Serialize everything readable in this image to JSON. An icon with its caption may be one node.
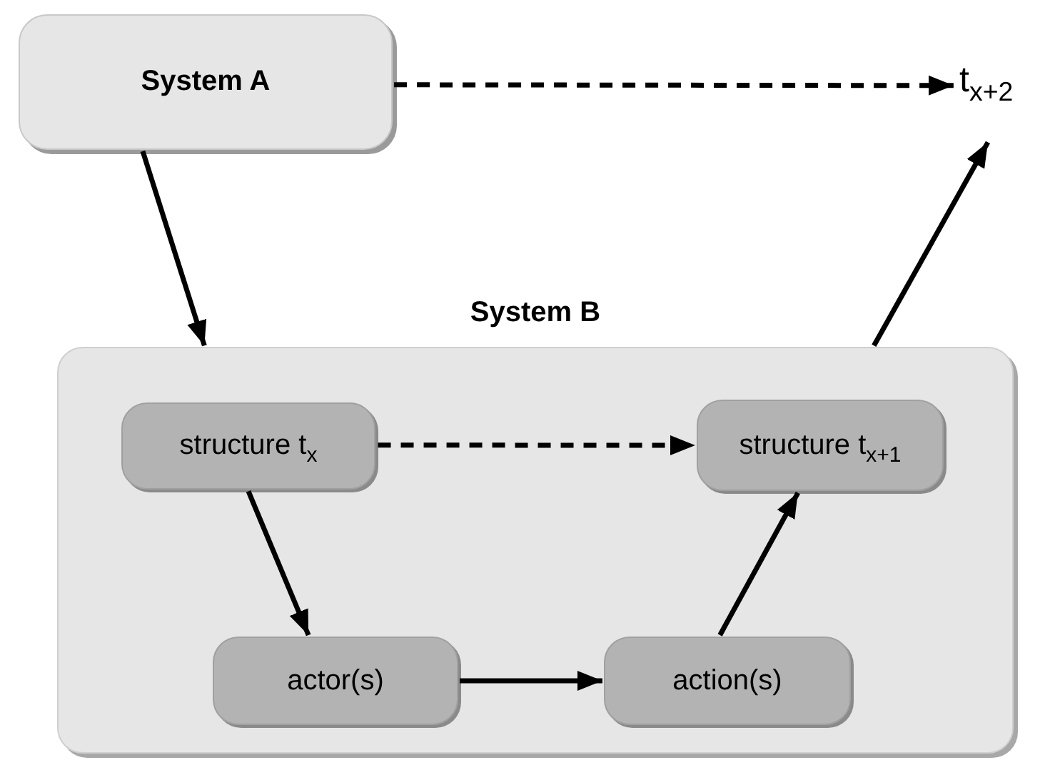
{
  "diagram": {
    "nodes": [
      {
        "text": [
          "System A"
        ]
      },
      {
        "text": [
          "System B"
        ]
      },
      {
        "text": [
          "t$_{x+2}$"
        ]
      },
      {
        "text": [
          "structure t$_{x}$"
        ],
        "in": 1
      },
      {
        "text": [
          "structure t$_{x+1}$"
        ],
        "in": 1
      },
      {
        "text": [
          "actor(s)"
        ],
        "in": 1
      },
      {
        "text": [
          "action(s)"
        ],
        "in": 1
      }
    ],
    "edges": [
      {
        "from": 0,
        "to": 2,
        "arrow": "to",
        "style": "dashed"
      },
      {
        "from": 0,
        "to": 1,
        "arrow": "to"
      },
      {
        "from": 1,
        "to": 2,
        "arrow": "to"
      },
      {
        "from": 3,
        "to": 4,
        "arrow": "to",
        "style": "dashed"
      },
      {
        "from": 3,
        "to": 5,
        "arrow": "to"
      },
      {
        "from": 5,
        "to": 6,
        "arrow": "to"
      },
      {
        "from": 6,
        "to": 4,
        "arrow": "to"
      }
    ]
  }
}
